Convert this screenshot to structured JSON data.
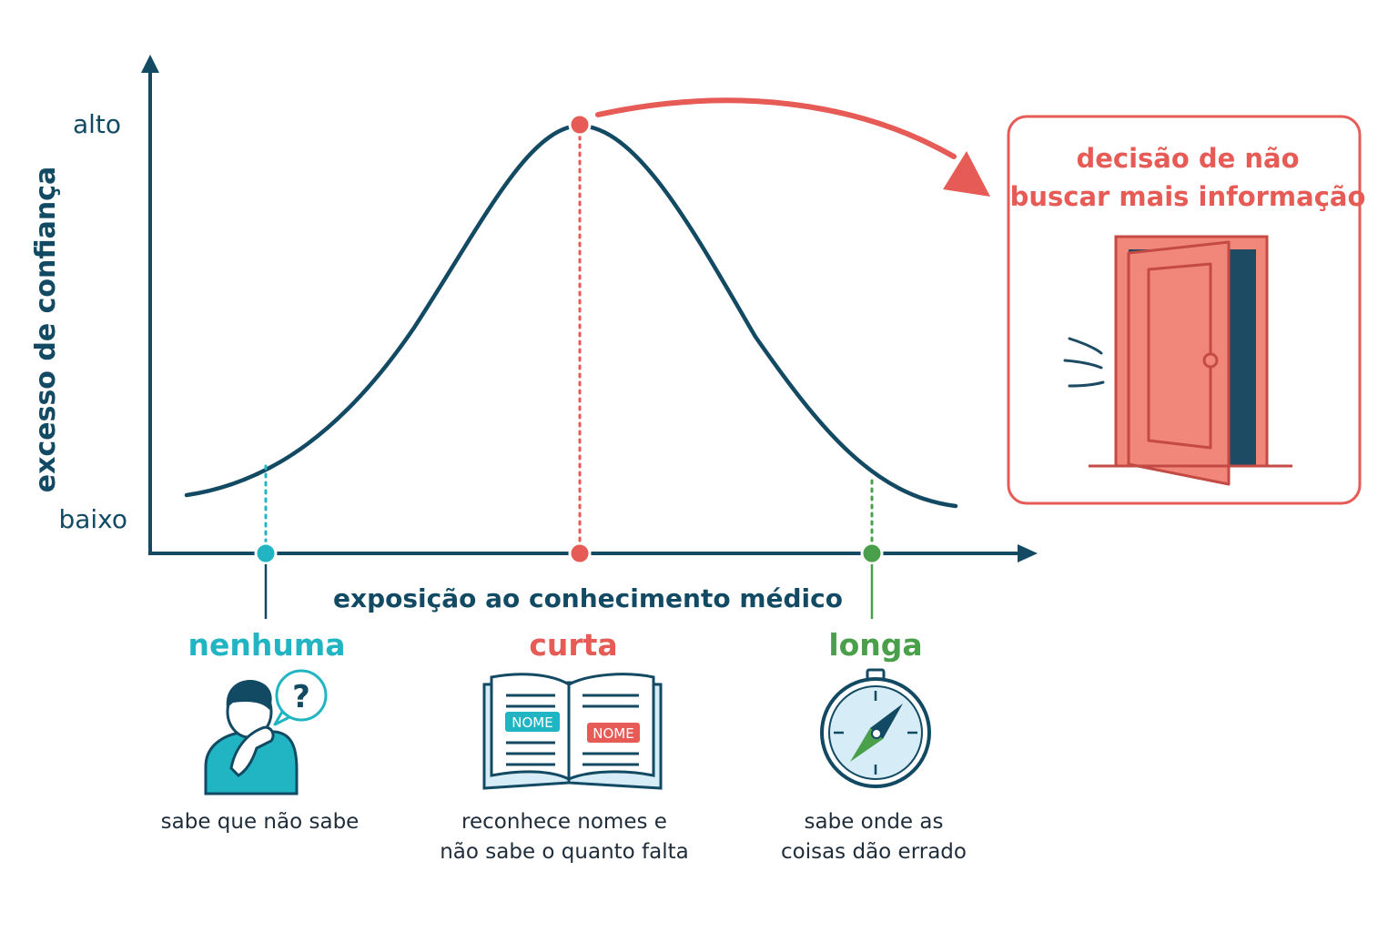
{
  "colors": {
    "navy": "#134a63",
    "teal": "#21b5c4",
    "coral": "#e65b55",
    "green": "#4a9f4a",
    "door_fill": "#f1867b",
    "door_dark": "#1d4b63"
  },
  "axes": {
    "y_label": "excesso de confiança",
    "y_high": "alto",
    "y_low": "baixo",
    "x_label": "exposição ao conhecimento médico"
  },
  "stages": [
    {
      "label": "nenhuma",
      "description": [
        "sabe que não sabe"
      ],
      "icon": "confused-person-icon"
    },
    {
      "label": "curta",
      "description": [
        "reconhece nomes e",
        "não sabe o quanto falta"
      ],
      "icon": "open-book-icon"
    },
    {
      "label": "longa",
      "description": [
        "sabe onde as",
        "coisas dão errado"
      ],
      "icon": "compass-icon"
    }
  ],
  "book": {
    "tag_left": "NOME",
    "tag_right": "NOME"
  },
  "question_mark": "?",
  "callout": {
    "title_lines": [
      "decisão de não",
      "buscar mais informação"
    ],
    "icon": "open-door-icon"
  }
}
